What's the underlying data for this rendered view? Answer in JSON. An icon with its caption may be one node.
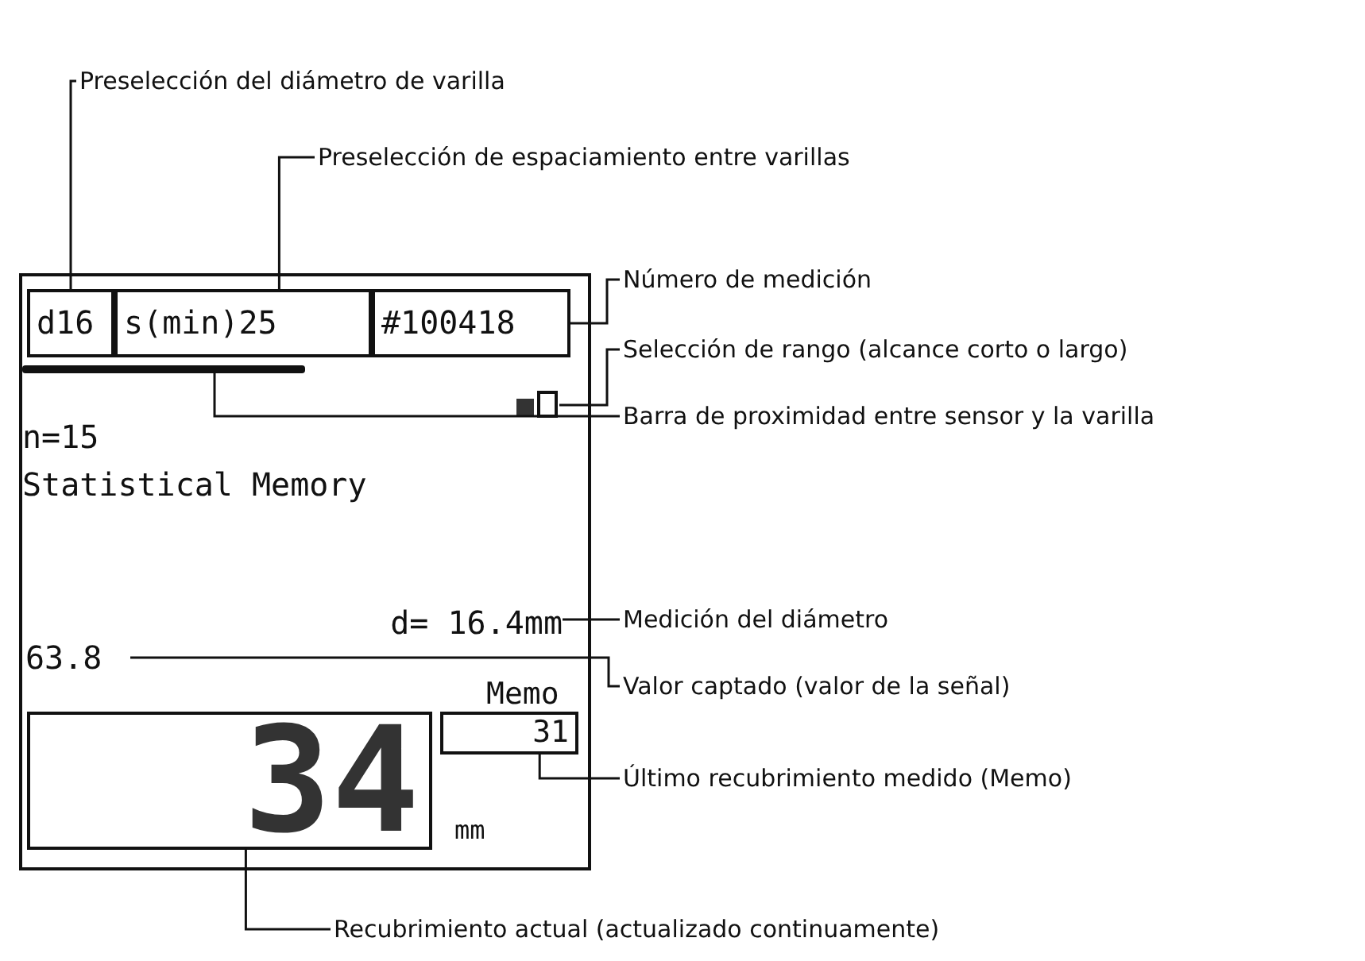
{
  "diagram": {
    "nodes": [
      {
        "text": [
          "Preselección del diámetro de varilla"
        ]
      },
      {
        "text": [
          "Preselección de espaciamiento entre varillas"
        ]
      },
      {
        "text": [],
        "shape": "box"
      },
      {
        "text": [
          "d16"
        ],
        "in": 2
      },
      {
        "text": [
          "s(min)25"
        ],
        "in": 2
      },
      {
        "text": [
          "#100418"
        ],
        "in": 2
      },
      {
        "text": [
          "Número de medición"
        ]
      },
      {
        "text": [],
        "shape": "picture",
        "in": 2
      },
      {
        "text": [
          "Selección de rango (alcance corto o largo)"
        ]
      },
      {
        "text": [],
        "shape": "bar",
        "in": 2
      },
      {
        "text": [
          "Barra de proximidad entre sensor y la varilla"
        ]
      },
      {
        "text": [
          "d= 16.4mm"
        ],
        "in": 2
      },
      {
        "text": [
          "Medición del diámetro"
        ]
      },
      {
        "text": [
          "63.8"
        ],
        "in": 2
      },
      {
        "text": [
          "Valor captado (valor de la señal)"
        ]
      },
      {
        "text": [
          "31"
        ],
        "in": 2
      },
      {
        "text": [
          "Último recubrimiento medido (Memo)"
        ]
      },
      {
        "text": [
          "34"
        ],
        "in": 2
      },
      {
        "text": [
          "Recubrimiento actual (actualizado continuamente)"
        ]
      }
    ],
    "edges": [
      {
        "from": 0,
        "to": 3,
        "arrow": "none"
      },
      {
        "from": 1,
        "to": 4,
        "arrow": "none"
      },
      {
        "from": 6,
        "to": 5,
        "arrow": "none"
      },
      {
        "from": 8,
        "to": 7,
        "arrow": "none"
      },
      {
        "from": 10,
        "to": 9,
        "arrow": "none"
      },
      {
        "from": 12,
        "to": 11,
        "arrow": "none"
      },
      {
        "from": 14,
        "to": 13,
        "arrow": "none"
      },
      {
        "from": 16,
        "to": 15,
        "arrow": "none"
      },
      {
        "from": 18,
        "to": 17,
        "arrow": "none"
      }
    ],
    "labels": [
      "n=15",
      "Statistical Memory",
      "Memo",
      "mm"
    ]
  }
}
